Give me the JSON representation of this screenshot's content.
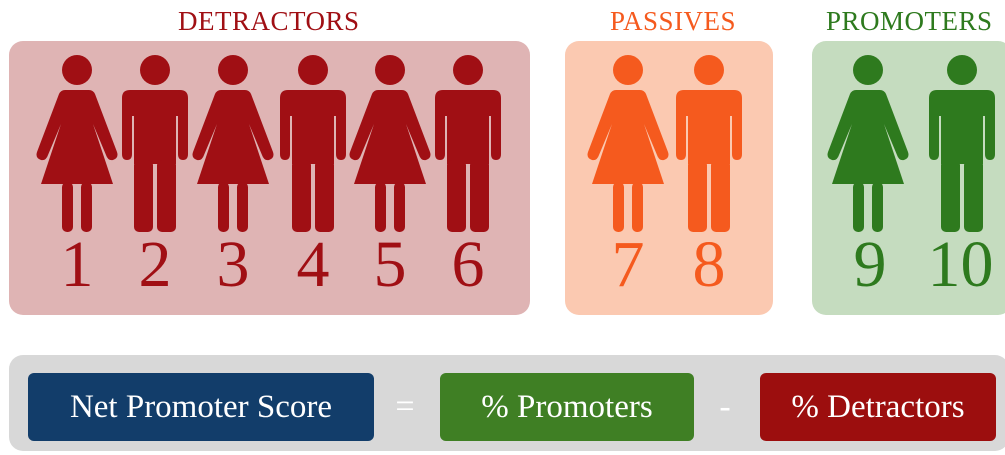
{
  "groups": {
    "detractors": {
      "title": "DETRACTORS",
      "color": "#a00f14",
      "panel_color": "#dfb4b4",
      "scores": [
        "1",
        "2",
        "3",
        "4",
        "5",
        "6"
      ]
    },
    "passives": {
      "title": "PASSIVES",
      "color": "#f55a1e",
      "panel_color": "#fbc9b1",
      "scores": [
        "7",
        "8"
      ]
    },
    "promoters": {
      "title": "PROMOTERS",
      "color": "#2e7a1e",
      "panel_color": "#c5dcbf",
      "scores": [
        "9",
        "10"
      ]
    }
  },
  "formula": {
    "nps_label": "Net Promoter Score",
    "equals": "=",
    "promoters_label": "% Promoters",
    "minus": "-",
    "detractors_label": "% Detractors",
    "nps_color": "#123d6a",
    "promoters_color": "#3f7f24",
    "detractors_color": "#9c0e0e"
  }
}
